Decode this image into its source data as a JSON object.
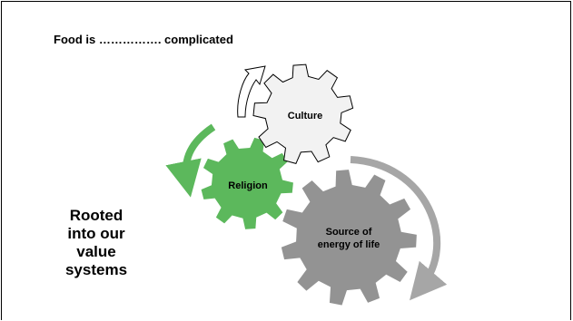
{
  "heading": "Food is ……………. complicated",
  "side_text": [
    "Rooted",
    "into our",
    "value",
    "systems"
  ],
  "gears": [
    {
      "id": "culture",
      "label_lines": [
        "Culture"
      ],
      "fill": "#f2f2f2",
      "stroke": "#000000"
    },
    {
      "id": "religion",
      "label_lines": [
        "Religion"
      ],
      "fill": "#5cb85c",
      "stroke": "#ffffff"
    },
    {
      "id": "energy",
      "label_lines": [
        "Source of",
        "energy of life"
      ],
      "fill": "#939393",
      "stroke": "#ffffff"
    }
  ],
  "colors": {
    "frame": "#000000",
    "background": "#ffffff",
    "culture_arrow": "#ffffff",
    "religion_arrow": "#5cb85c",
    "energy_arrow": "#a6a6a6"
  }
}
